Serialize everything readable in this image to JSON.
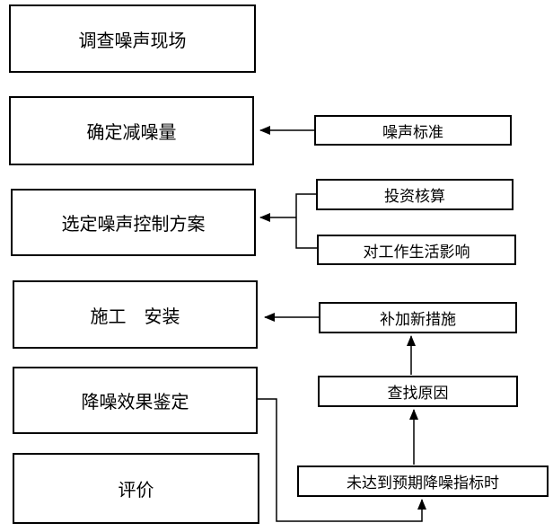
{
  "diagram": {
    "type": "flowchart",
    "background_color": "#ffffff",
    "line_color": "#000000",
    "box_border_color": "#000000",
    "text_color": "#000000",
    "nodes": {
      "survey": {
        "label": "调查噪声现场"
      },
      "determine": {
        "label": "确定减噪量"
      },
      "select": {
        "label": "选定噪声控制方案"
      },
      "construct": {
        "label": "施工　安装"
      },
      "appraise": {
        "label": "降噪效果鉴定"
      },
      "evaluate": {
        "label": "评价"
      },
      "standard": {
        "label": "噪声标准"
      },
      "investment": {
        "label": "投资核算"
      },
      "impact": {
        "label": "对工作生活影响"
      },
      "measures": {
        "label": "补加新措施"
      },
      "cause": {
        "label": "查找原因"
      },
      "notmet": {
        "label": "未达到预期降噪指标时"
      }
    },
    "edges": [
      {
        "from": "standard",
        "to": "determine",
        "style": "arrow-left"
      },
      {
        "from": "investment",
        "to": "select",
        "style": "bracket-arrow-left"
      },
      {
        "from": "impact",
        "to": "select",
        "style": "bracket-arrow-left"
      },
      {
        "from": "measures",
        "to": "construct",
        "style": "arrow-left"
      },
      {
        "from": "cause",
        "to": "measures",
        "style": "arrow-up"
      },
      {
        "from": "notmet",
        "to": "cause",
        "style": "arrow-up"
      },
      {
        "from": "appraise",
        "to": "notmet",
        "style": "feedback-right-down-up"
      }
    ]
  }
}
